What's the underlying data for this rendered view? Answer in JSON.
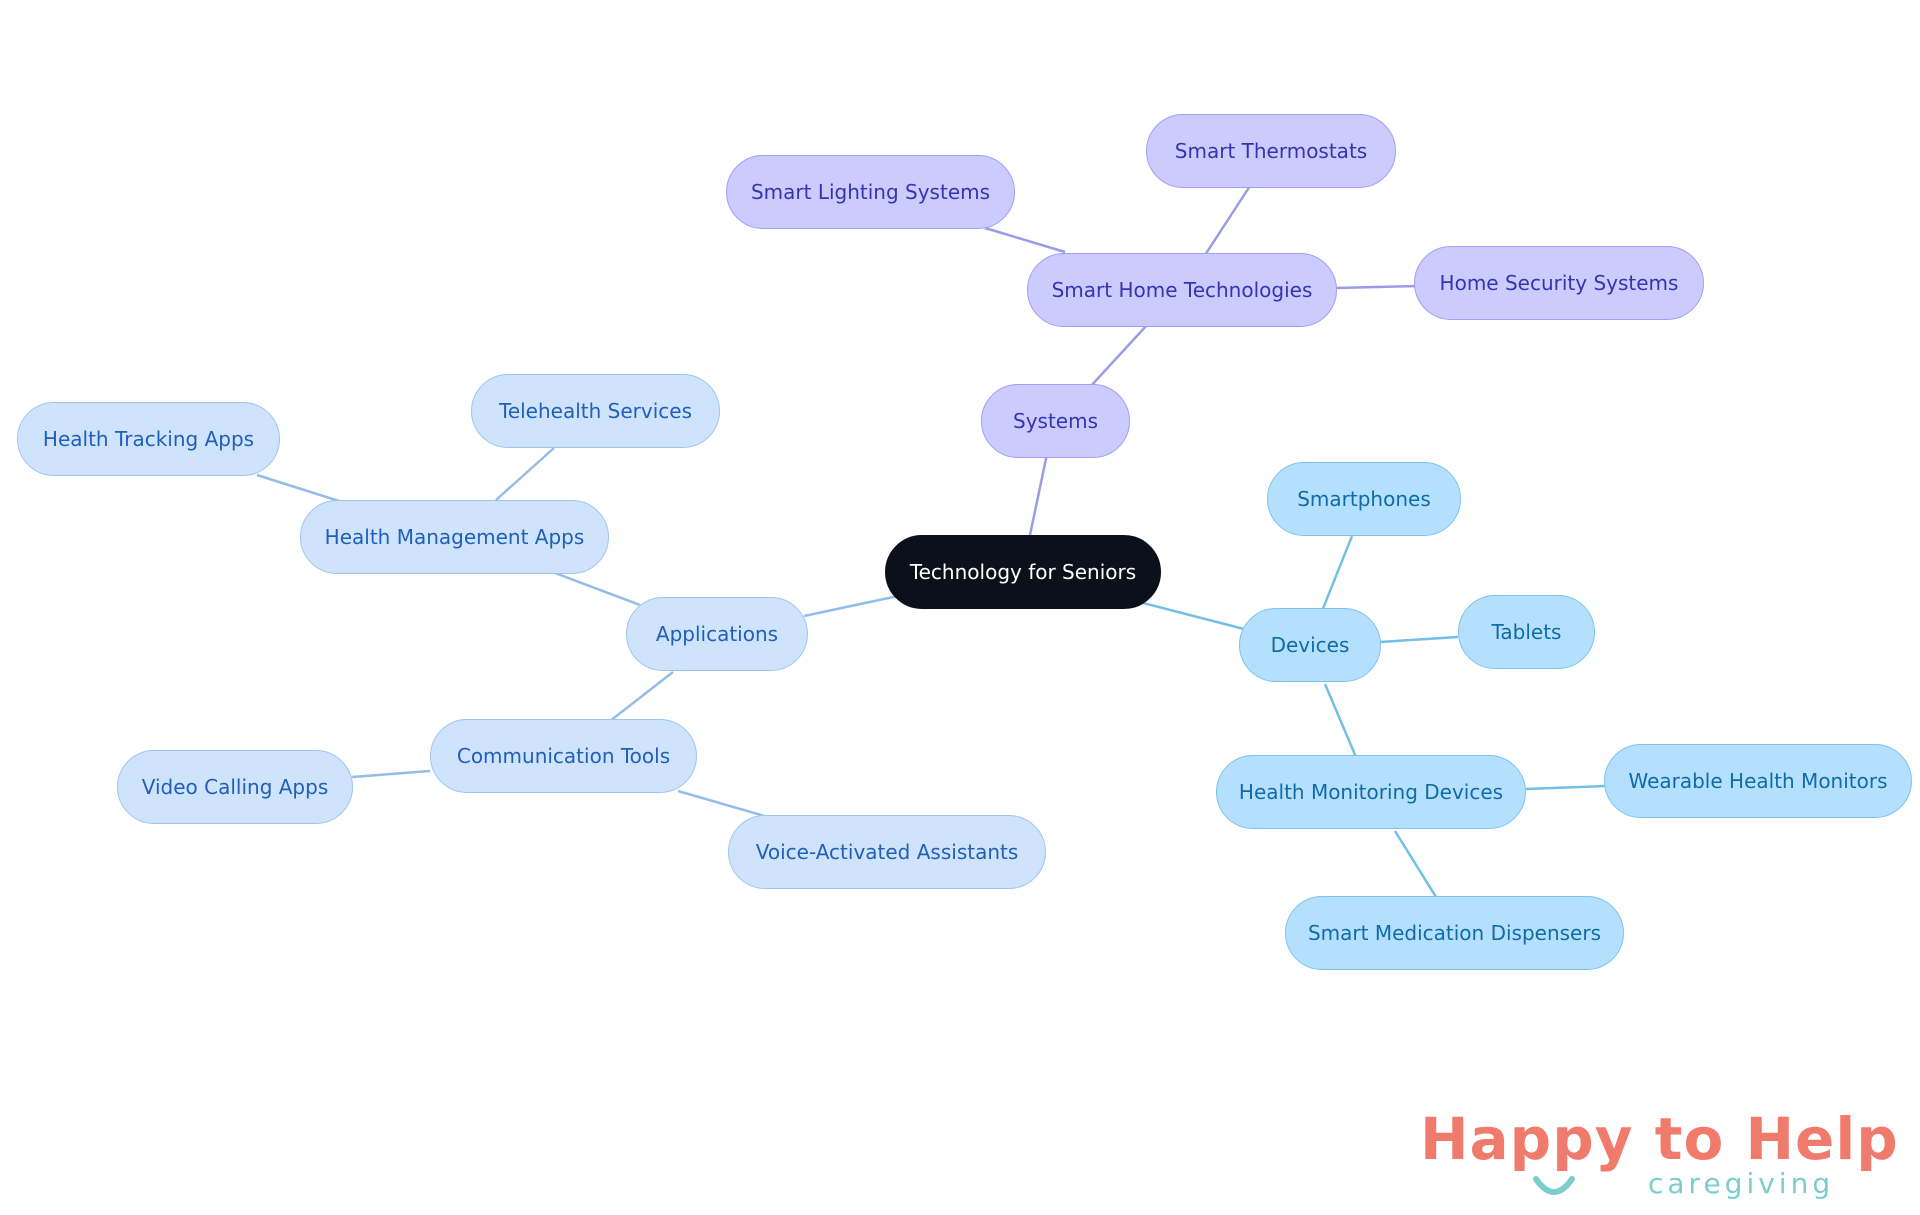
{
  "diagram": {
    "root": {
      "label": "Technology for Seniors"
    },
    "branches": {
      "systems": {
        "label": "Systems",
        "smart_home": {
          "label": "Smart Home Technologies",
          "lighting": "Smart Lighting Systems",
          "thermostats": "Smart Thermostats",
          "security": "Home Security Systems"
        }
      },
      "applications": {
        "label": "Applications",
        "health_mgmt": {
          "label": "Health Management Apps",
          "tracking": "Health Tracking Apps",
          "telehealth": "Telehealth Services"
        },
        "communication": {
          "label": "Communication Tools",
          "video": "Video Calling Apps",
          "voice": "Voice-Activated Assistants"
        }
      },
      "devices": {
        "label": "Devices",
        "smartphones": "Smartphones",
        "tablets": "Tablets",
        "health_monitoring": {
          "label": "Health Monitoring Devices",
          "wearables": "Wearable Health Monitors",
          "medication": "Smart Medication Dispensers"
        }
      }
    }
  },
  "logo": {
    "title": "Happy to Help",
    "subtitle": "caregiving"
  },
  "colors": {
    "root_fill": "#0b111b",
    "systems_fill": "#cbcbfd",
    "systems_edge": "#9b9be8",
    "applications_fill": "#cfe3fc",
    "applications_edge": "#92bde9",
    "devices_fill": "#b5e0fd",
    "devices_edge": "#74bfe6",
    "logo_coral": "#f07a6c",
    "logo_teal": "#7ccdce"
  }
}
